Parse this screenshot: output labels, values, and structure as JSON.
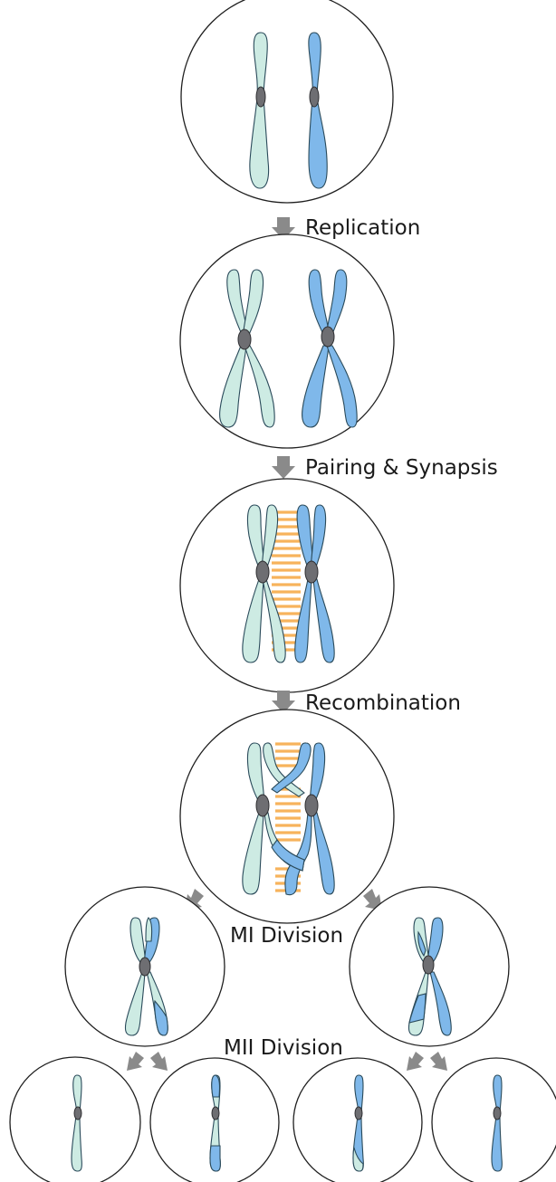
{
  "steps": {
    "replication": "Replication",
    "pairing": "Pairing & Synapsis",
    "recombination": "Recombination",
    "mi_division": "MI Division",
    "mii_division": "MII Division"
  },
  "colors": {
    "chromosome_a": "#cdebe3",
    "chromosome_b": "#7fb8ea",
    "centromere": "#6e6e72",
    "synaptonemal": "#f7b35c",
    "arrow": "#8a8a8a"
  }
}
